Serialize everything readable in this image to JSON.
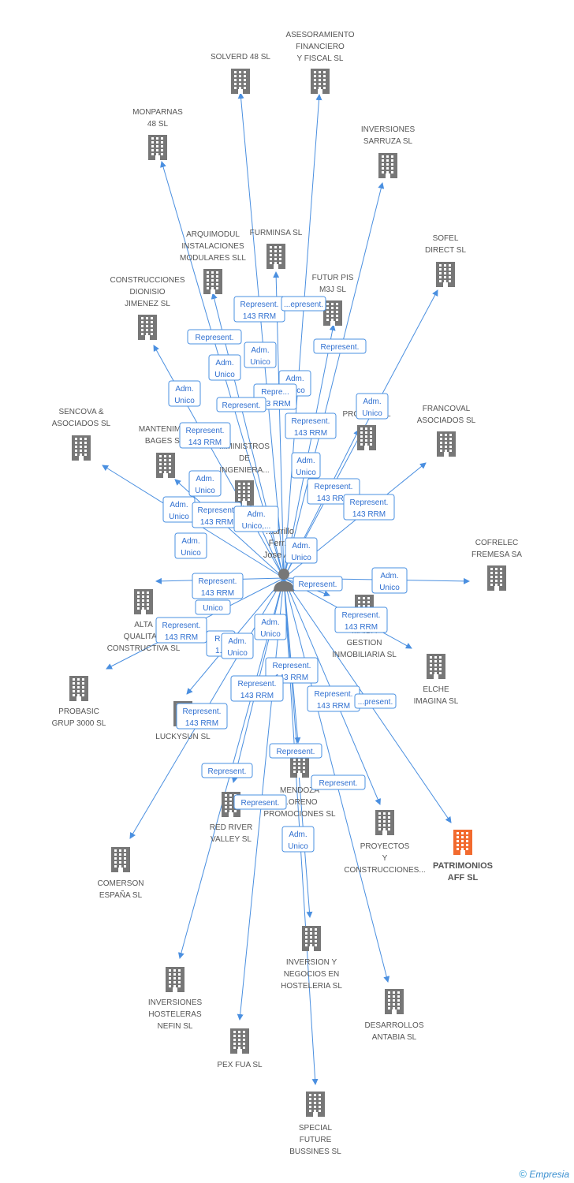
{
  "colors": {
    "edge": "#4a8fe0",
    "building": "#777777",
    "building_highlight": "#f26a2e",
    "relation_text": "#2f6fd0",
    "label": "#555555"
  },
  "center": {
    "icon": "person-icon",
    "label_lines": [
      "...arrillo",
      "Ferr...",
      "Jose A..."
    ]
  },
  "nodes": [
    {
      "id": "solverd",
      "lines": [
        "SOLVERD 48 SL"
      ]
    },
    {
      "id": "asesoramiento",
      "lines": [
        "ASESORAMIENTO",
        "FINANCIERO",
        "Y FISCAL SL"
      ]
    },
    {
      "id": "monparnas",
      "lines": [
        "MONPARNAS",
        "48 SL"
      ]
    },
    {
      "id": "sarruza",
      "lines": [
        "INVERSIONES",
        "SARRUZA SL"
      ]
    },
    {
      "id": "furminsa",
      "lines": [
        "FURMINSA SL"
      ]
    },
    {
      "id": "arquimodul",
      "lines": [
        "ARQUIMODUL",
        "INSTALACIONES",
        "MODULARES SLL"
      ]
    },
    {
      "id": "sofel",
      "lines": [
        "SOFEL",
        "DIRECT SL"
      ]
    },
    {
      "id": "futur",
      "lines": [
        "FUTUR PIS",
        "M3J SL"
      ]
    },
    {
      "id": "dionisio",
      "lines": [
        "CONSTRUCCIONES",
        "DIONISIO",
        "JIMENEZ SL"
      ]
    },
    {
      "id": "extpromo",
      "lines": [
        "EXT...",
        "PROMO... SL"
      ]
    },
    {
      "id": "sencova",
      "lines": [
        "SENCOVA &",
        "ASOCIADOS SL"
      ]
    },
    {
      "id": "bages",
      "lines": [
        "MANTENIME...",
        "BAGES S..."
      ]
    },
    {
      "id": "suministros",
      "lines": [
        "...MINISTROS",
        "DE",
        "INGENIERA..."
      ]
    },
    {
      "id": "francoval",
      "lines": [
        "FRANCOVAL",
        "ASOCIADOS SL"
      ]
    },
    {
      "id": "cofrelec",
      "lines": [
        "COFRELEC",
        "FREMESA SA"
      ]
    },
    {
      "id": "alta",
      "lines": [
        "ALTA",
        "QUALITA...",
        "CONSTRUCTIVA SL"
      ]
    },
    {
      "id": "gestion",
      "lines": [
        "...AIDA",
        "GESTION",
        "INMOBILIARIA SL"
      ]
    },
    {
      "id": "elche",
      "lines": [
        "ELCHE",
        "IMAGINA SL"
      ]
    },
    {
      "id": "probasic",
      "lines": [
        "PROBASIC",
        "GRUP 3000 SL"
      ]
    },
    {
      "id": "luckysun",
      "lines": [
        "LUCKYSUN SL"
      ]
    },
    {
      "id": "mendoza",
      "lines": [
        "MENDOZA",
        "...ORENO",
        "PROMOCIONES SL"
      ]
    },
    {
      "id": "redriver",
      "lines": [
        "RED RIVER",
        "VALLEY SL"
      ]
    },
    {
      "id": "proyectos",
      "lines": [
        "PROYECTOS",
        "Y",
        "CONSTRUCCIONES..."
      ]
    },
    {
      "id": "patrimonios",
      "lines": [
        "PATRIMONIOS",
        "AFF SL"
      ]
    },
    {
      "id": "comerson",
      "lines": [
        "COMERSON",
        "ESPAÑA SL"
      ]
    },
    {
      "id": "inversion",
      "lines": [
        "INVERSION Y",
        "NEGOCIOS EN",
        "HOSTELERIA SL"
      ]
    },
    {
      "id": "nefin",
      "lines": [
        "INVERSIONES",
        "HOSTELERAS",
        "NEFIN SL"
      ]
    },
    {
      "id": "antabia",
      "lines": [
        "DESARROLLOS",
        "ANTABIA SL"
      ]
    },
    {
      "id": "pexfua",
      "lines": [
        "PEX FUA SL"
      ]
    },
    {
      "id": "special",
      "lines": [
        "SPECIAL",
        "FUTURE",
        "BUSSINES SL"
      ]
    }
  ],
  "relations": [
    {
      "lines": [
        "Represent.",
        "143 RRM"
      ]
    },
    {
      "lines": [
        "...epresent."
      ]
    },
    {
      "lines": [
        "Represent."
      ]
    },
    {
      "lines": [
        "Adm.",
        "Unico"
      ]
    },
    {
      "lines": [
        "Represent."
      ]
    },
    {
      "lines": [
        "Adm.",
        "Unico"
      ]
    },
    {
      "lines": [
        "Adm.",
        "Unico"
      ]
    },
    {
      "lines": [
        "Adm.",
        "Unico"
      ]
    },
    {
      "lines": [
        "Repre...",
        "...3 RRM"
      ]
    },
    {
      "lines": [
        "Represent."
      ]
    },
    {
      "lines": [
        "Adm.",
        "Unico"
      ]
    },
    {
      "lines": [
        "Represent.",
        "143 RRM"
      ]
    },
    {
      "lines": [
        "Represent.",
        "143 RRM"
      ]
    },
    {
      "lines": [
        "Adm.",
        "Unico"
      ]
    },
    {
      "lines": [
        "Adm.",
        "Unico"
      ]
    },
    {
      "lines": [
        "Represent.",
        "143 RRM"
      ]
    },
    {
      "lines": [
        "Represent.",
        "143 RRM"
      ]
    },
    {
      "lines": [
        "Adm.",
        "Unico"
      ]
    },
    {
      "lines": [
        "Represent.",
        "143 RRM"
      ]
    },
    {
      "lines": [
        "Adm.",
        "Unico,..."
      ]
    },
    {
      "lines": [
        "Adm.",
        "Unico"
      ]
    },
    {
      "lines": [
        "Adm.",
        "Unico"
      ]
    },
    {
      "lines": [
        "Represent.",
        "143 RRM"
      ]
    },
    {
      "lines": [
        "Unico"
      ]
    },
    {
      "lines": [
        "Represent."
      ]
    },
    {
      "lines": [
        "Adm.",
        "Unico"
      ]
    },
    {
      "lines": [
        "Represent.",
        "143 RRM"
      ]
    },
    {
      "lines": [
        "Represent.",
        "143 RRM"
      ]
    },
    {
      "lines": [
        "R...",
        "1..."
      ]
    },
    {
      "lines": [
        "Adm.",
        "Unico"
      ]
    },
    {
      "lines": [
        "Adm.",
        "Unico"
      ]
    },
    {
      "lines": [
        "Represent.",
        "143 RRM"
      ]
    },
    {
      "lines": [
        "Represent.",
        "143 RRM"
      ]
    },
    {
      "lines": [
        "Represent.",
        "143 RRM"
      ]
    },
    {
      "lines": [
        "...present."
      ]
    },
    {
      "lines": [
        "Represent.",
        "143 RRM"
      ]
    },
    {
      "lines": [
        "Represent."
      ]
    },
    {
      "lines": [
        "Represent."
      ]
    },
    {
      "lines": [
        "Represent."
      ]
    },
    {
      "lines": [
        "Represent."
      ]
    },
    {
      "lines": [
        "Adm.",
        "Unico"
      ]
    }
  ],
  "footer": {
    "copyright": "©",
    "brand": "Empresia"
  }
}
